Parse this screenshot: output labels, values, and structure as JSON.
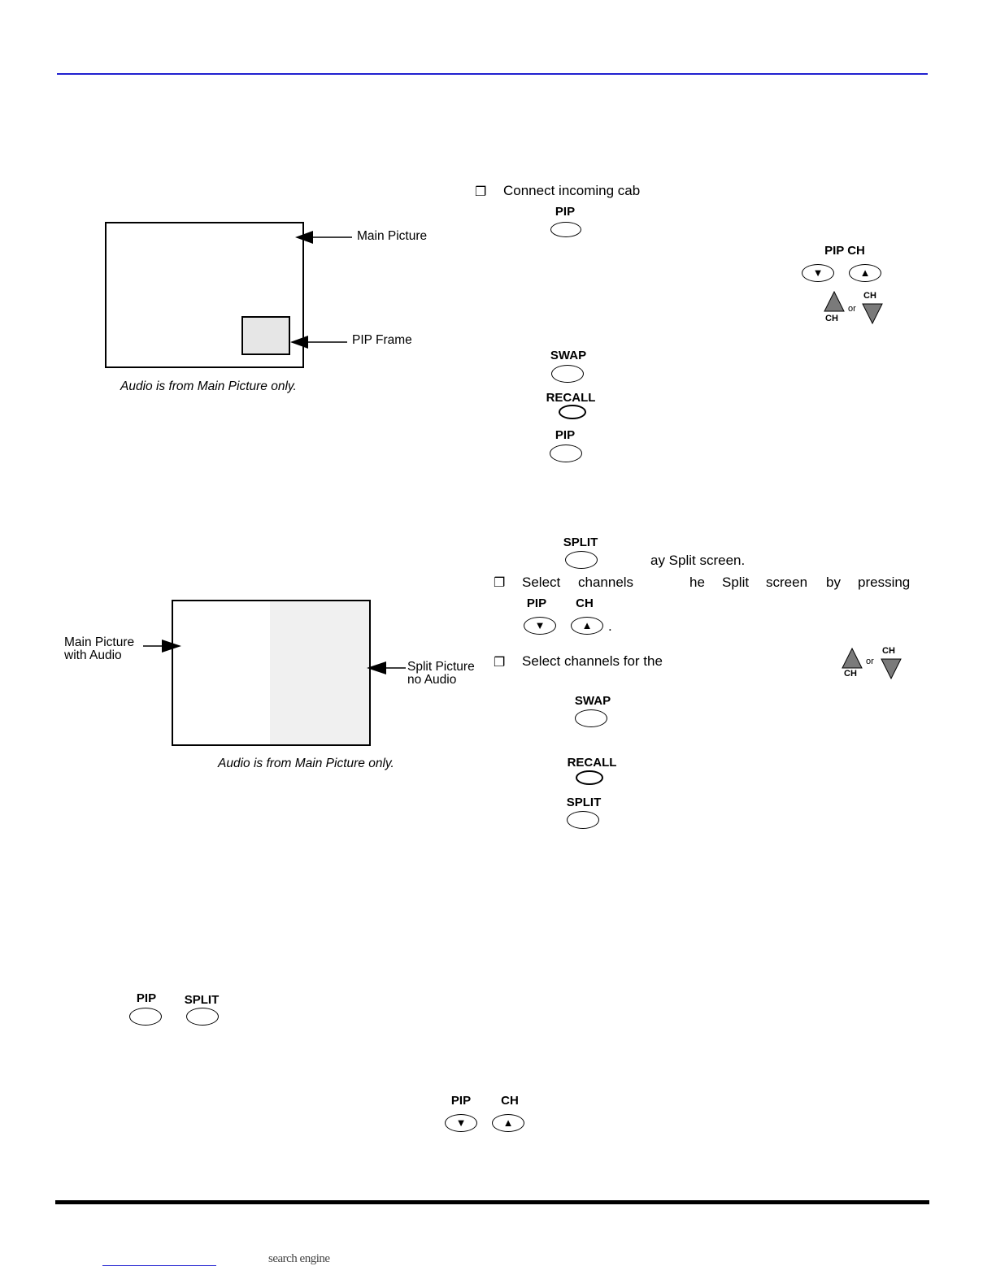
{
  "pip_section": {
    "bullet_text": "Connect incoming cab",
    "bullet_glyph": "❐",
    "diagram": {
      "main_picture_label": "Main Picture",
      "pip_frame_label": "PIP Frame",
      "caption": "Audio is from Main Picture only."
    },
    "buttons": {
      "pip_label": "PIP",
      "pip_ch_label": "PIP CH",
      "ch_label": "CH",
      "or_label": "or",
      "swap_label": "SWAP",
      "recall_label": "RECALL",
      "pip_label_2": "PIP"
    }
  },
  "split_section": {
    "split_label": "SPLIT",
    "split_text_fragment": "ay Split screen.",
    "bullet_glyph": "❐",
    "select_words": [
      "Select",
      "channels",
      "he",
      "Split",
      "screen",
      "by",
      "pressing"
    ],
    "pip_label": "PIP",
    "ch_label": "CH",
    "period": ".",
    "select_channels_text": "Select channels for the",
    "or_label": "or",
    "swap_label": "SWAP",
    "recall_label": "RECALL",
    "split_label_2": "SPLIT",
    "diagram": {
      "main_picture_line1": "Main Picture",
      "main_picture_line2": "with Audio",
      "split_picture_line1": "Split Picture",
      "split_picture_line2": "no Audio",
      "caption": "Audio is from Main Picture only."
    }
  },
  "bottom_section": {
    "pip_label": "PIP",
    "split_label": "SPLIT",
    "pip_label_2": "PIP",
    "ch_label": "CH"
  },
  "icons": {
    "down_arrow": "▼",
    "up_arrow": "▲"
  },
  "footer": {
    "text": "search engine"
  },
  "colors": {
    "rule_blue": "#2020d0",
    "triangle_gray": "#7a7a7a"
  }
}
